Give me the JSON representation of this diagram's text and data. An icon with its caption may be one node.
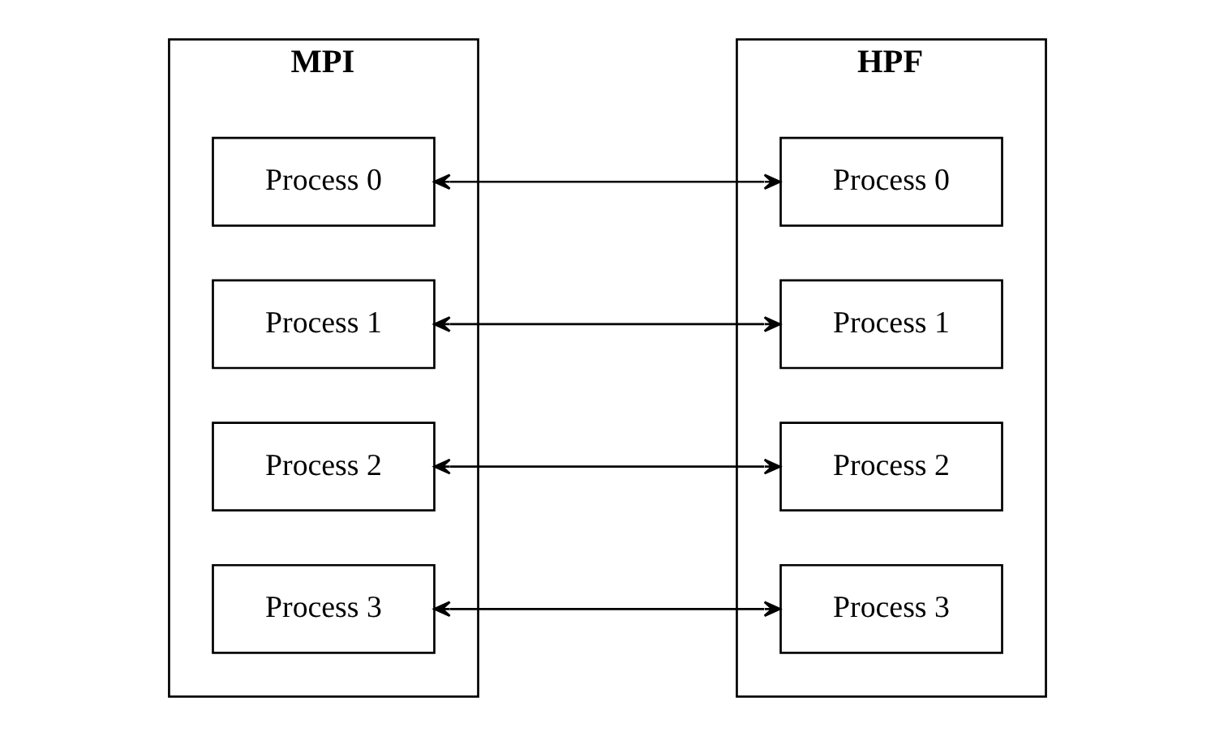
{
  "diagram": {
    "nodes": [
      {
        "text": [
          "MPI"
        ]
      },
      {
        "text": [
          "Process 0"
        ],
        "in": 0
      },
      {
        "text": [
          "Process 1"
        ],
        "in": 0
      },
      {
        "text": [
          "Process 2"
        ],
        "in": 0
      },
      {
        "text": [
          "Process 3"
        ],
        "in": 0
      },
      {
        "text": [
          "HPF"
        ]
      },
      {
        "text": [
          "Process 0"
        ],
        "in": 5
      },
      {
        "text": [
          "Process 1"
        ],
        "in": 5
      },
      {
        "text": [
          "Process 2"
        ],
        "in": 5
      },
      {
        "text": [
          "Process 3"
        ],
        "in": 5
      }
    ],
    "edges": [
      {
        "from": 1,
        "to": 6,
        "arrow": "both"
      },
      {
        "from": 2,
        "to": 7,
        "arrow": "both"
      },
      {
        "from": 3,
        "to": 8,
        "arrow": "both"
      },
      {
        "from": 4,
        "to": 9,
        "arrow": "both"
      }
    ]
  }
}
